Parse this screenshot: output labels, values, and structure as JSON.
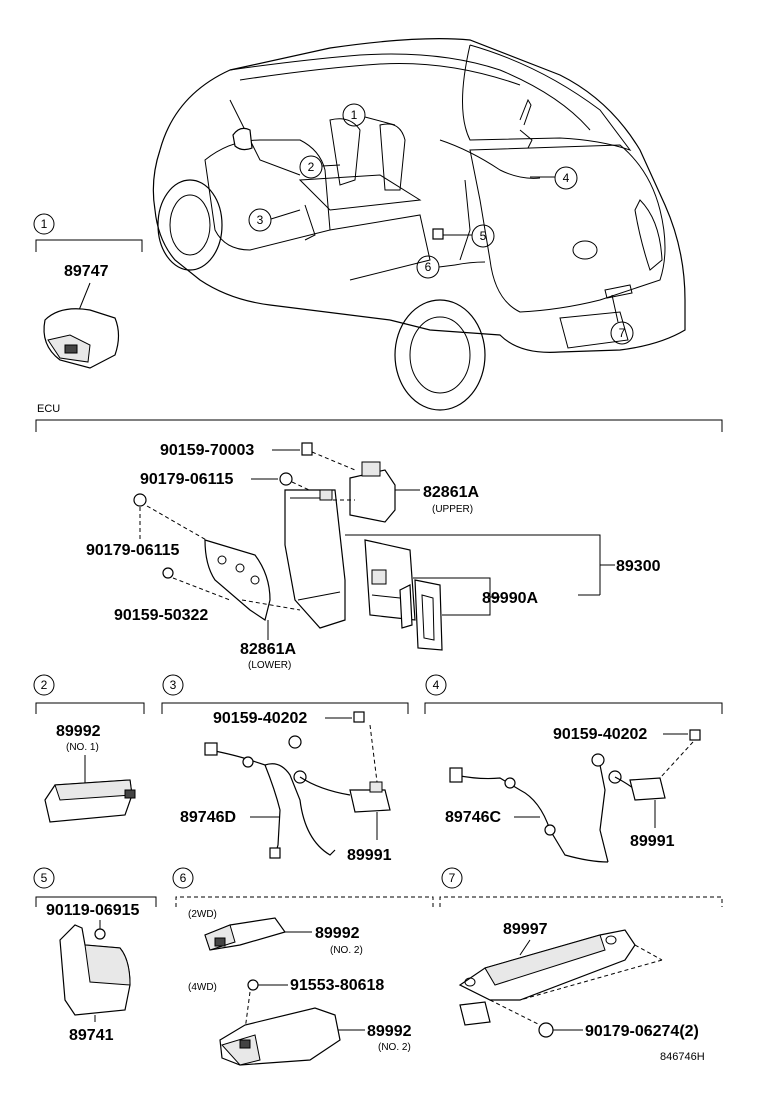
{
  "callouts": [
    "1",
    "2",
    "3",
    "4",
    "5",
    "6",
    "7"
  ],
  "section1": {
    "num": "1",
    "part": "89747"
  },
  "ecu": {
    "label": "ECU",
    "p90159_70003": "90159-70003",
    "p90179_06115a": "90179-06115",
    "p90179_06115b": "90179-06115",
    "p90159_50322": "90159-50322",
    "p82861A_upper": "82861A",
    "upper": "(UPPER)",
    "p82861A_lower": "82861A",
    "lower": "(LOWER)",
    "p89300": "89300",
    "p89990A": "89990A"
  },
  "section2": {
    "num": "2",
    "part": "89992",
    "sub": "(NO. 1)"
  },
  "section3": {
    "num": "3",
    "p1": "90159-40202",
    "p2": "89746D",
    "p3": "89991"
  },
  "section4": {
    "num": "4",
    "p1": "90159-40202",
    "p2": "89746C",
    "p3": "89991"
  },
  "section5": {
    "num": "5",
    "p1": "90119-06915",
    "p2": "89741"
  },
  "section6": {
    "num": "6",
    "tag2wd": "(2WD)",
    "p1": "89992",
    "sub1": "(NO. 2)",
    "tag4wd": "(4WD)",
    "p2": "91553-80618",
    "p3": "89992",
    "sub3": "(NO. 2)"
  },
  "section7": {
    "num": "7",
    "p1": "89997",
    "p2": "90179-06274(2)"
  },
  "drawing_id": "846746H"
}
